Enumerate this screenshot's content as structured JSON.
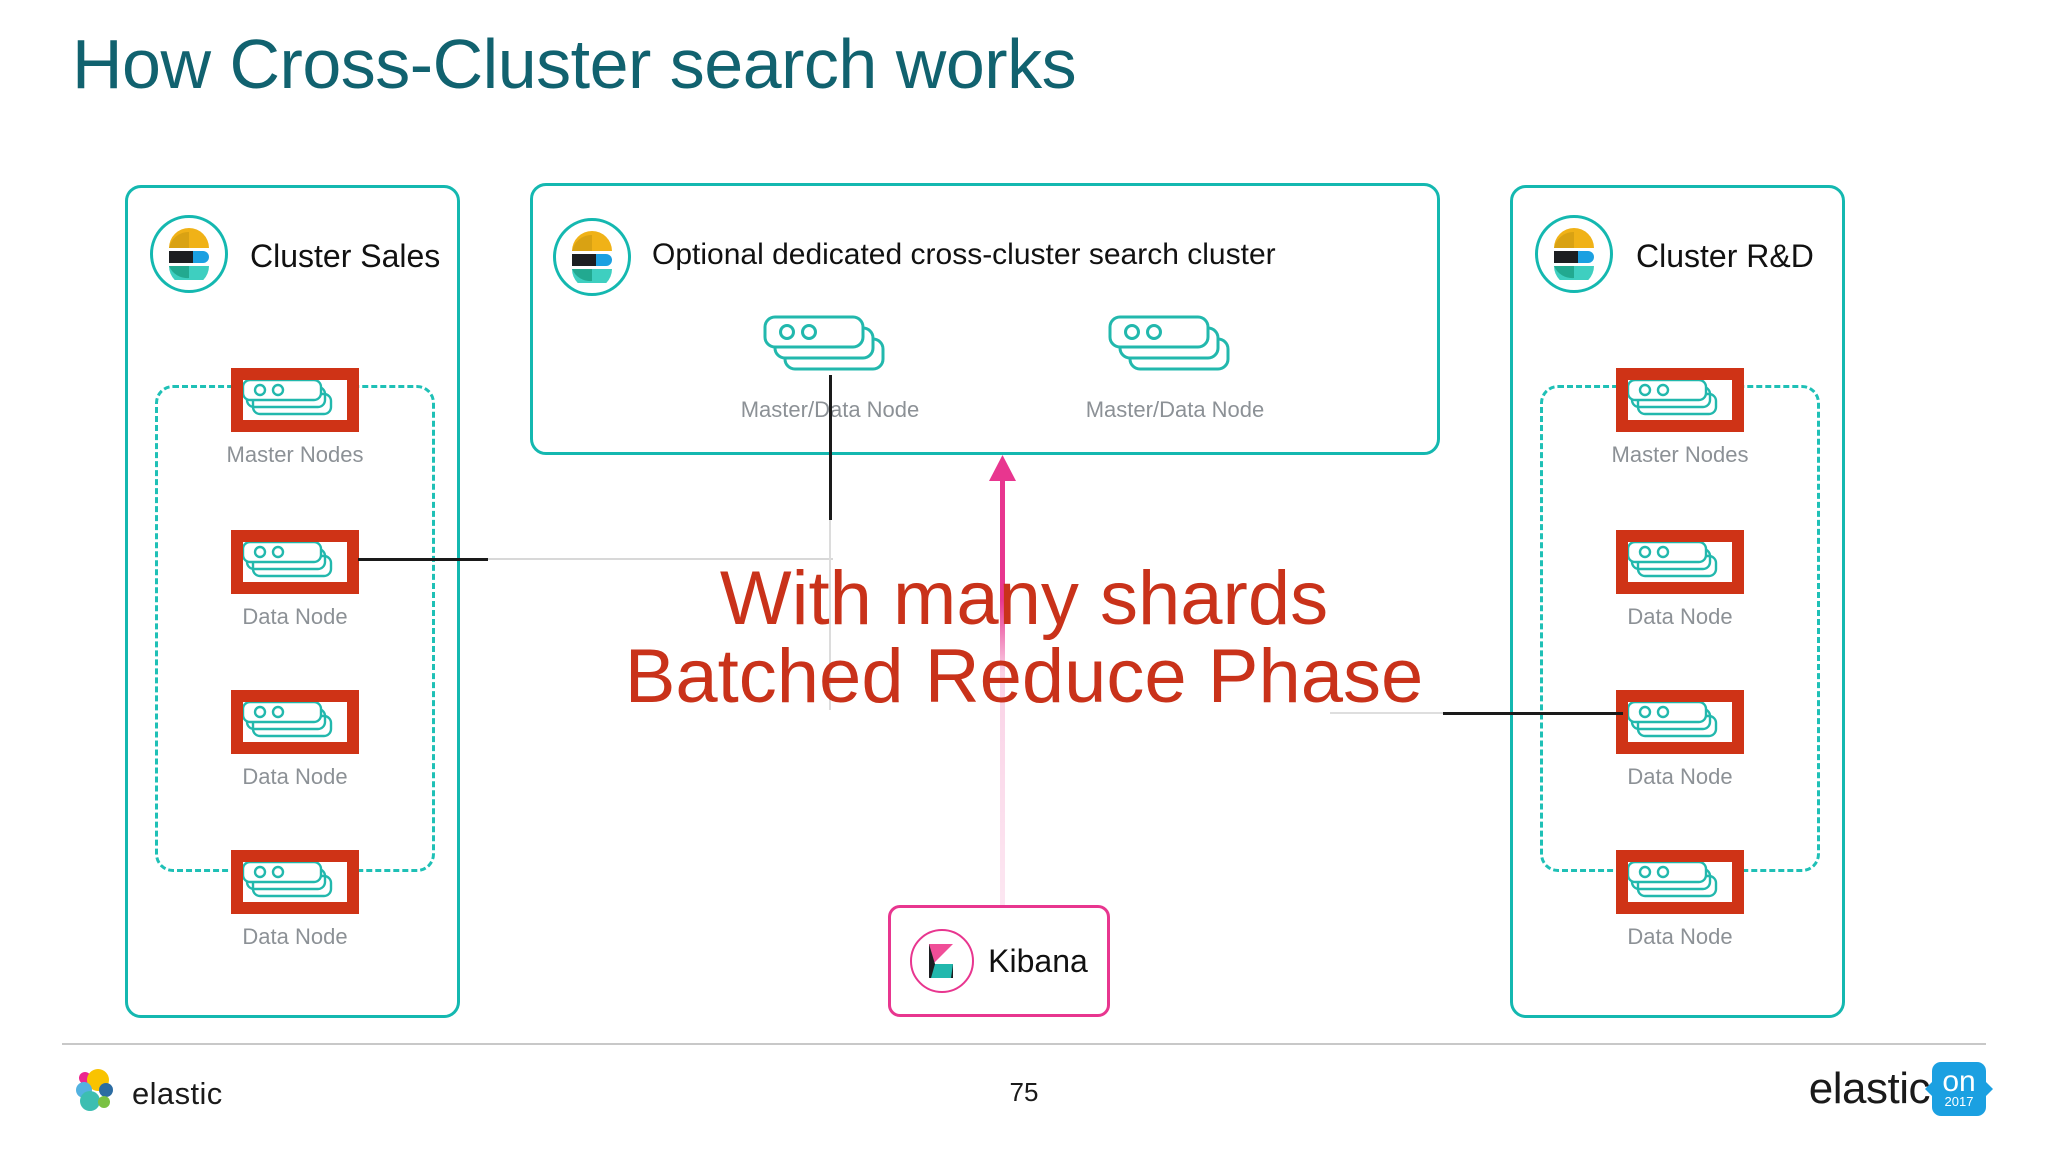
{
  "slide": {
    "title": "How Cross-Cluster search works",
    "page_number": "75"
  },
  "colors": {
    "title": "#11626f",
    "cluster_border": "#14b8b0",
    "dashed_border": "#1fc0b6",
    "node_highlight": "#cf3316",
    "node_glyph": "#22b8ad",
    "overlay_text": "#c9321a",
    "kibana_border": "#e8368f",
    "arrow": "#e8368f",
    "node_label": "#8c9196",
    "elasticon_badge": "#1ba0e1"
  },
  "clusters": {
    "left": {
      "name": "Cluster Sales",
      "logo_icon": "elasticsearch-logo-icon",
      "nodes": [
        {
          "label": "Master Nodes",
          "highlighted": true
        },
        {
          "label": "Data Node",
          "highlighted": true
        },
        {
          "label": "Data Node",
          "highlighted": true
        },
        {
          "label": "Data Node",
          "highlighted": true
        }
      ]
    },
    "right": {
      "name": "Cluster R&D",
      "logo_icon": "elasticsearch-logo-icon",
      "nodes": [
        {
          "label": "Master Nodes",
          "highlighted": true
        },
        {
          "label": "Data Node",
          "highlighted": true
        },
        {
          "label": "Data Node",
          "highlighted": true
        },
        {
          "label": "Data Node",
          "highlighted": true
        }
      ]
    },
    "center": {
      "name": "Optional dedicated cross-cluster search cluster",
      "logo_icon": "elasticsearch-logo-icon",
      "nodes": [
        {
          "label": "Master/Data Node",
          "highlighted": false
        },
        {
          "label": "Master/Data Node",
          "highlighted": false
        }
      ]
    }
  },
  "kibana": {
    "label": "Kibana",
    "logo_icon": "kibana-logo-icon"
  },
  "overlay": {
    "line1": "With many shards",
    "line2": "Batched Reduce Phase"
  },
  "footer": {
    "brand": "elastic",
    "brand_icon": "elastic-logo-icon",
    "event_word": "elastic",
    "event_badge_on": "on",
    "event_badge_year": "2017"
  }
}
